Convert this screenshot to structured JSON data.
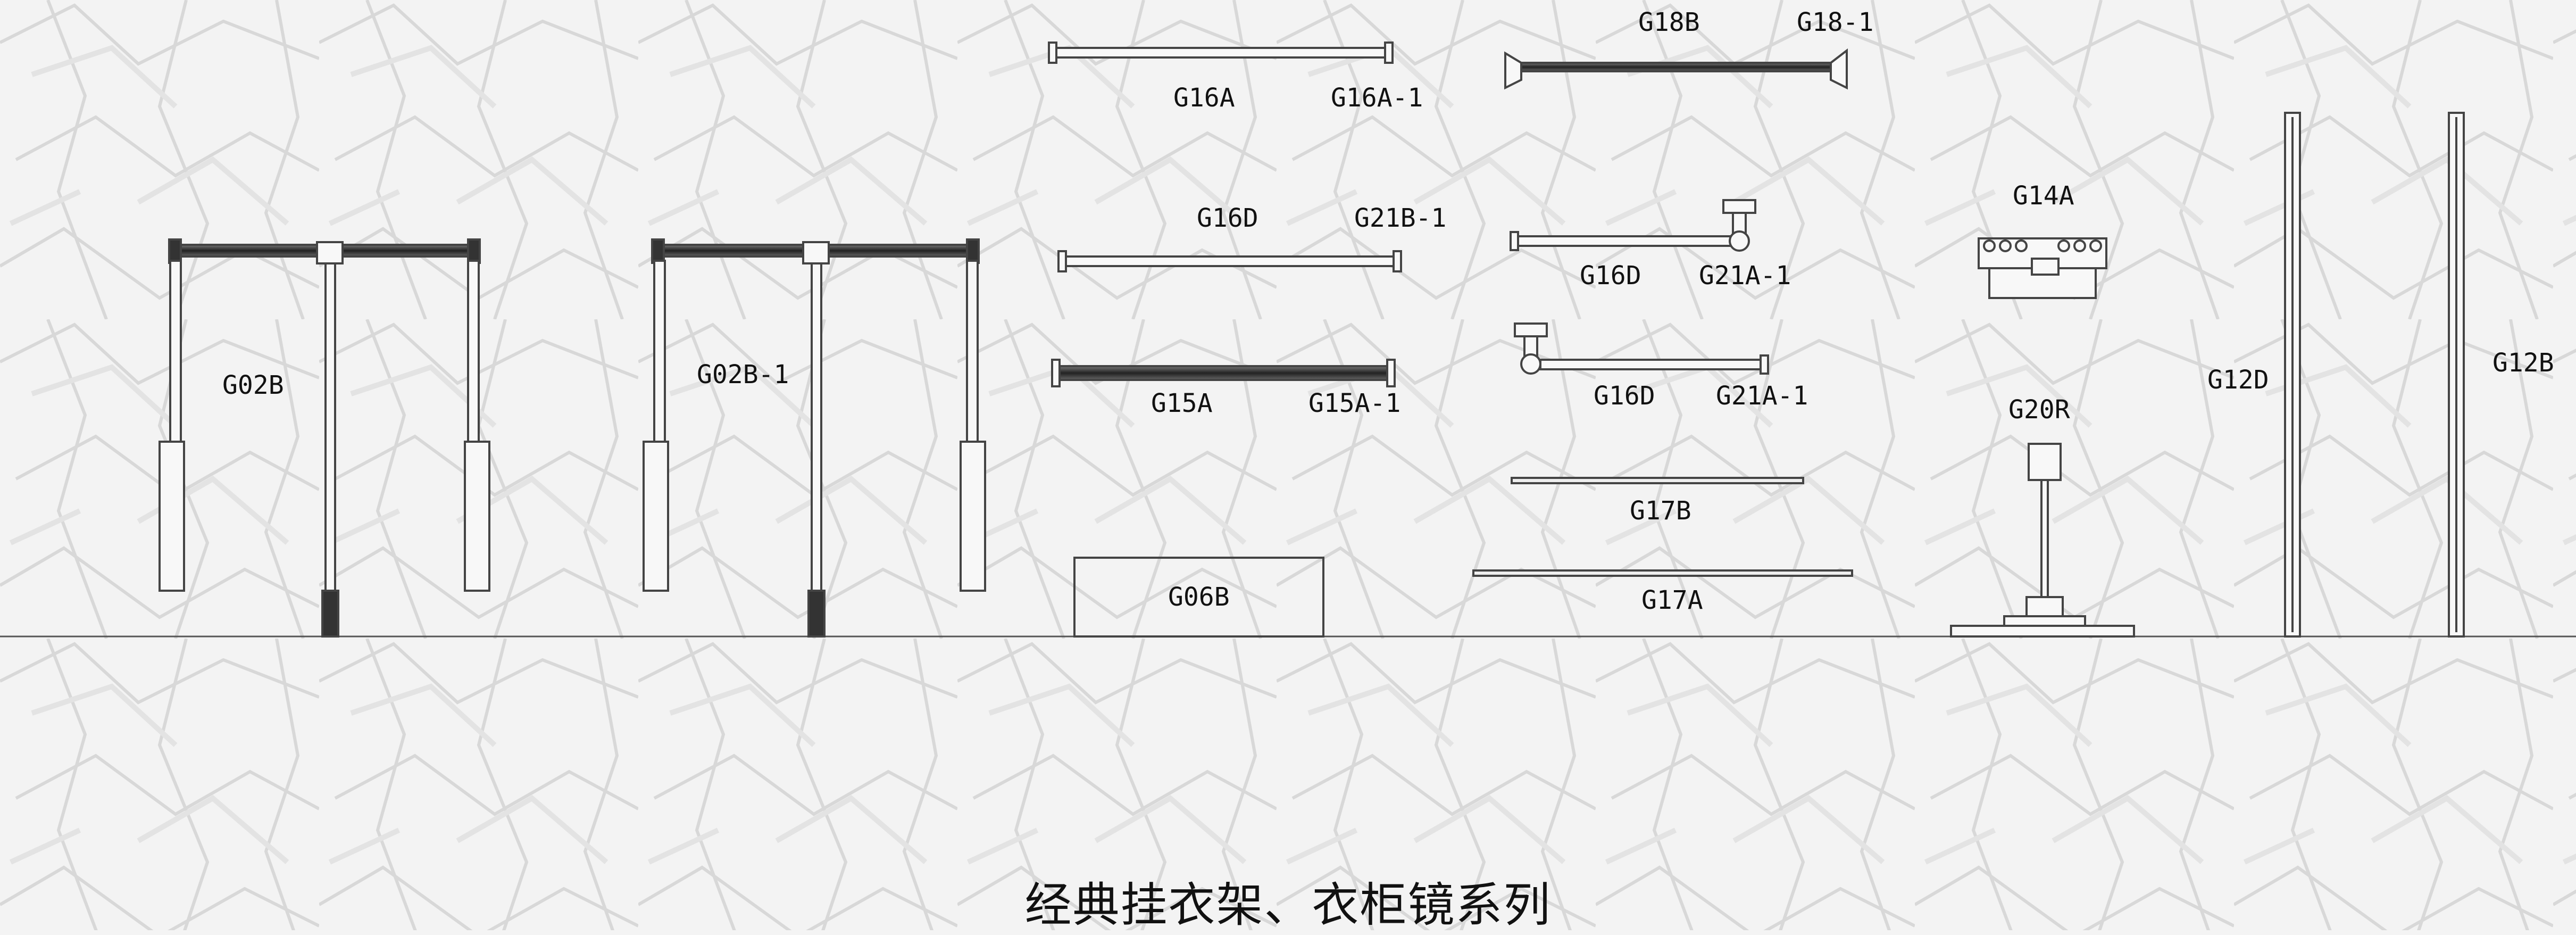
{
  "drawing": {
    "title": "经典挂衣架、衣柜镜系列",
    "labels": {
      "g02b": "G02B",
      "g02b_1": "G02B-1",
      "g16a": "G16A",
      "g16a_1": "G16A-1",
      "g16d_top": "G16D",
      "g21b_1": "G21B-1",
      "g15a": "G15A",
      "g15a_1": "G15A-1",
      "g06b": "G06B",
      "g18b": "G18B",
      "g18_1": "G18-1",
      "g16d_mid": "G16D",
      "g21a_1_mid": "G21A-1",
      "g16d_low": "G16D",
      "g21a_1_low": "G21A-1",
      "g17b": "G17B",
      "g17a": "G17A",
      "g14a": "G14A",
      "g20r": "G20R",
      "g12d": "G12D",
      "g12b": "G12B"
    }
  },
  "colors": {
    "paper": "#f4f4f4",
    "line": "#444444",
    "text": "#111111"
  }
}
